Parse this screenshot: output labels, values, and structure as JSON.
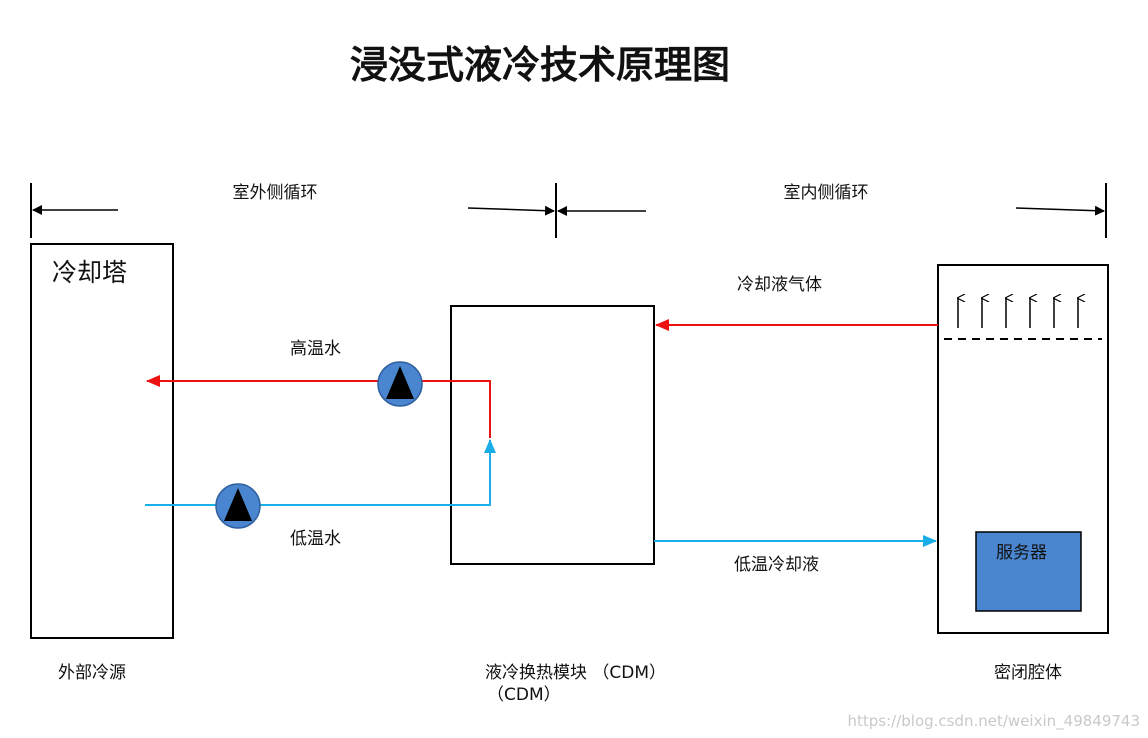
{
  "title": "浸没式液冷技术原理图",
  "sections": {
    "outdoor_loop": "室外侧循环",
    "indoor_loop": "室内侧循环"
  },
  "boxes": {
    "cooling_tower": "冷却塔",
    "server": "服务器"
  },
  "flows": {
    "high_temp_water": "高温水",
    "low_temp_water": "低温水",
    "coolant_vapor": "冷却液气体",
    "low_temp_coolant": "低温冷却液"
  },
  "captions": {
    "external_source": "外部冷源",
    "cdm_line1": "液冷换热模块 （CDM）",
    "cdm_line2": "（CDM）",
    "sealed_chamber": "密闭腔体"
  },
  "watermark": "https://blog.csdn.net/weixin_49849743",
  "colors": {
    "hot": "#ee1111",
    "cold": "#19aee8",
    "pump": "#4a86d0",
    "server": "#4a86d0"
  }
}
